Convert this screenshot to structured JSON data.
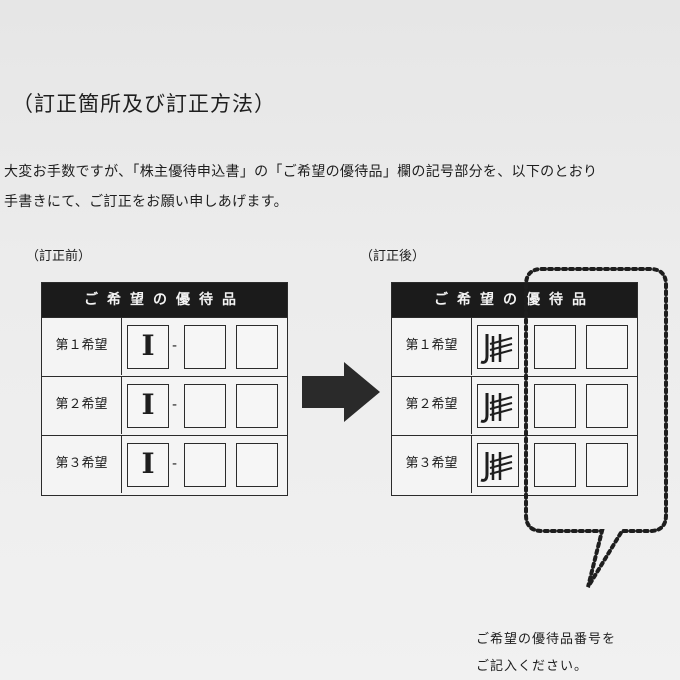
{
  "heading": "（訂正箇所及び訂正方法）",
  "paragraph": {
    "line1": "大変お手数ですが、「株主優待申込書」の「ご希望の優待品」欄の記号部分を、以下のとおり",
    "line2": "手書きにて、ご訂正をお願い申しあげます。"
  },
  "before": {
    "label": "（訂正前）",
    "header": "ご希望の優待品",
    "rows": [
      {
        "label": "第１希望",
        "code": "I"
      },
      {
        "label": "第２希望",
        "code": "I"
      },
      {
        "label": "第３希望",
        "code": "I"
      }
    ],
    "separator": "-"
  },
  "after": {
    "label": "（訂正後）",
    "header": "ご希望の優待品",
    "rows": [
      {
        "label": "第１希望"
      },
      {
        "label": "第２希望"
      },
      {
        "label": "第３希望"
      }
    ]
  },
  "note": {
    "line1": "ご希望の優待品番号を",
    "line2": "ご記入ください。"
  },
  "colors": {
    "header_bg": "#1b1b1b",
    "arrow": "#2a2a2a",
    "ink": "#1e1e1e"
  }
}
